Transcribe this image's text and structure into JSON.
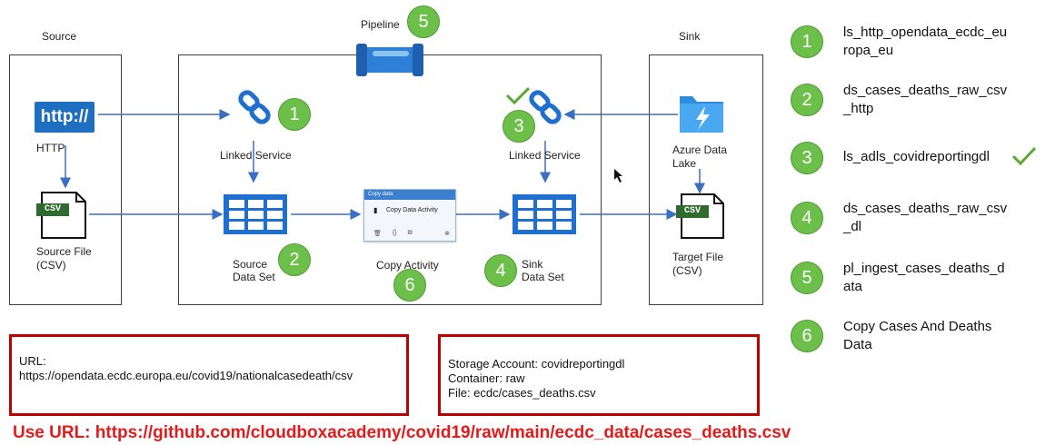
{
  "source": {
    "title": "Source",
    "http_badge": "http://",
    "http_label": "HTTP",
    "file_label_1": "Source File",
    "file_label_2": "(CSV)",
    "file_badge": "CSV"
  },
  "pipeline": {
    "title": "Pipeline",
    "number": "5"
  },
  "sink": {
    "title": "Sink",
    "adl_label_1": "Azure Data",
    "adl_label_2": "Lake",
    "file_label_1": "Target File",
    "file_label_2": "(CSV)",
    "file_badge": "CSV"
  },
  "linked_service_left": {
    "label": "Linked Service",
    "number": "1"
  },
  "linked_service_right": {
    "label": "Linked Service",
    "number": "3"
  },
  "source_dataset": {
    "label_1": "Source",
    "label_2": "Data Set",
    "number": "2"
  },
  "sink_dataset": {
    "label_1": "Sink",
    "label_2": "Data Set",
    "number": "4"
  },
  "copy_activity": {
    "label": "Copy Activity",
    "number": "6",
    "card_header": "Copy data",
    "card_body": "Copy Data Activity"
  },
  "legend": [
    {
      "num": "1",
      "line1": "ls_http_opendata_ecdc_eu",
      "line2": "ropa_eu"
    },
    {
      "num": "2",
      "line1": "ds_cases_deaths_raw_csv",
      "line2": "_http"
    },
    {
      "num": "3",
      "line1": "ls_adls_covidreportingdl",
      "line2": ""
    },
    {
      "num": "4",
      "line1": "ds_cases_deaths_raw_csv",
      "line2": "_dl"
    },
    {
      "num": "5",
      "line1": "pl_ingest_cases_deaths_d",
      "line2": "ata"
    },
    {
      "num": "6",
      "line1": "Copy Cases And Deaths",
      "line2": "Data"
    }
  ],
  "url_box": {
    "line1": "URL:",
    "line2": "https://opendata.ecdc.europa.eu/covid19/nationalcasedeath/csv"
  },
  "storage_box": {
    "line1": "Storage Account: covidreportingdl",
    "line2": "Container: raw",
    "line3": "File: ecdc/cases_deaths.csv"
  },
  "bottom_note": "Use URL: https://github.com/cloudboxacademy/covid19/raw/main/ecdc_data/cases_deaths.csv",
  "colors": {
    "badge_green": "#6cc04a",
    "arrow_blue": "#3a6fc4",
    "red": "#c00000",
    "check_green": "#5aa832"
  }
}
